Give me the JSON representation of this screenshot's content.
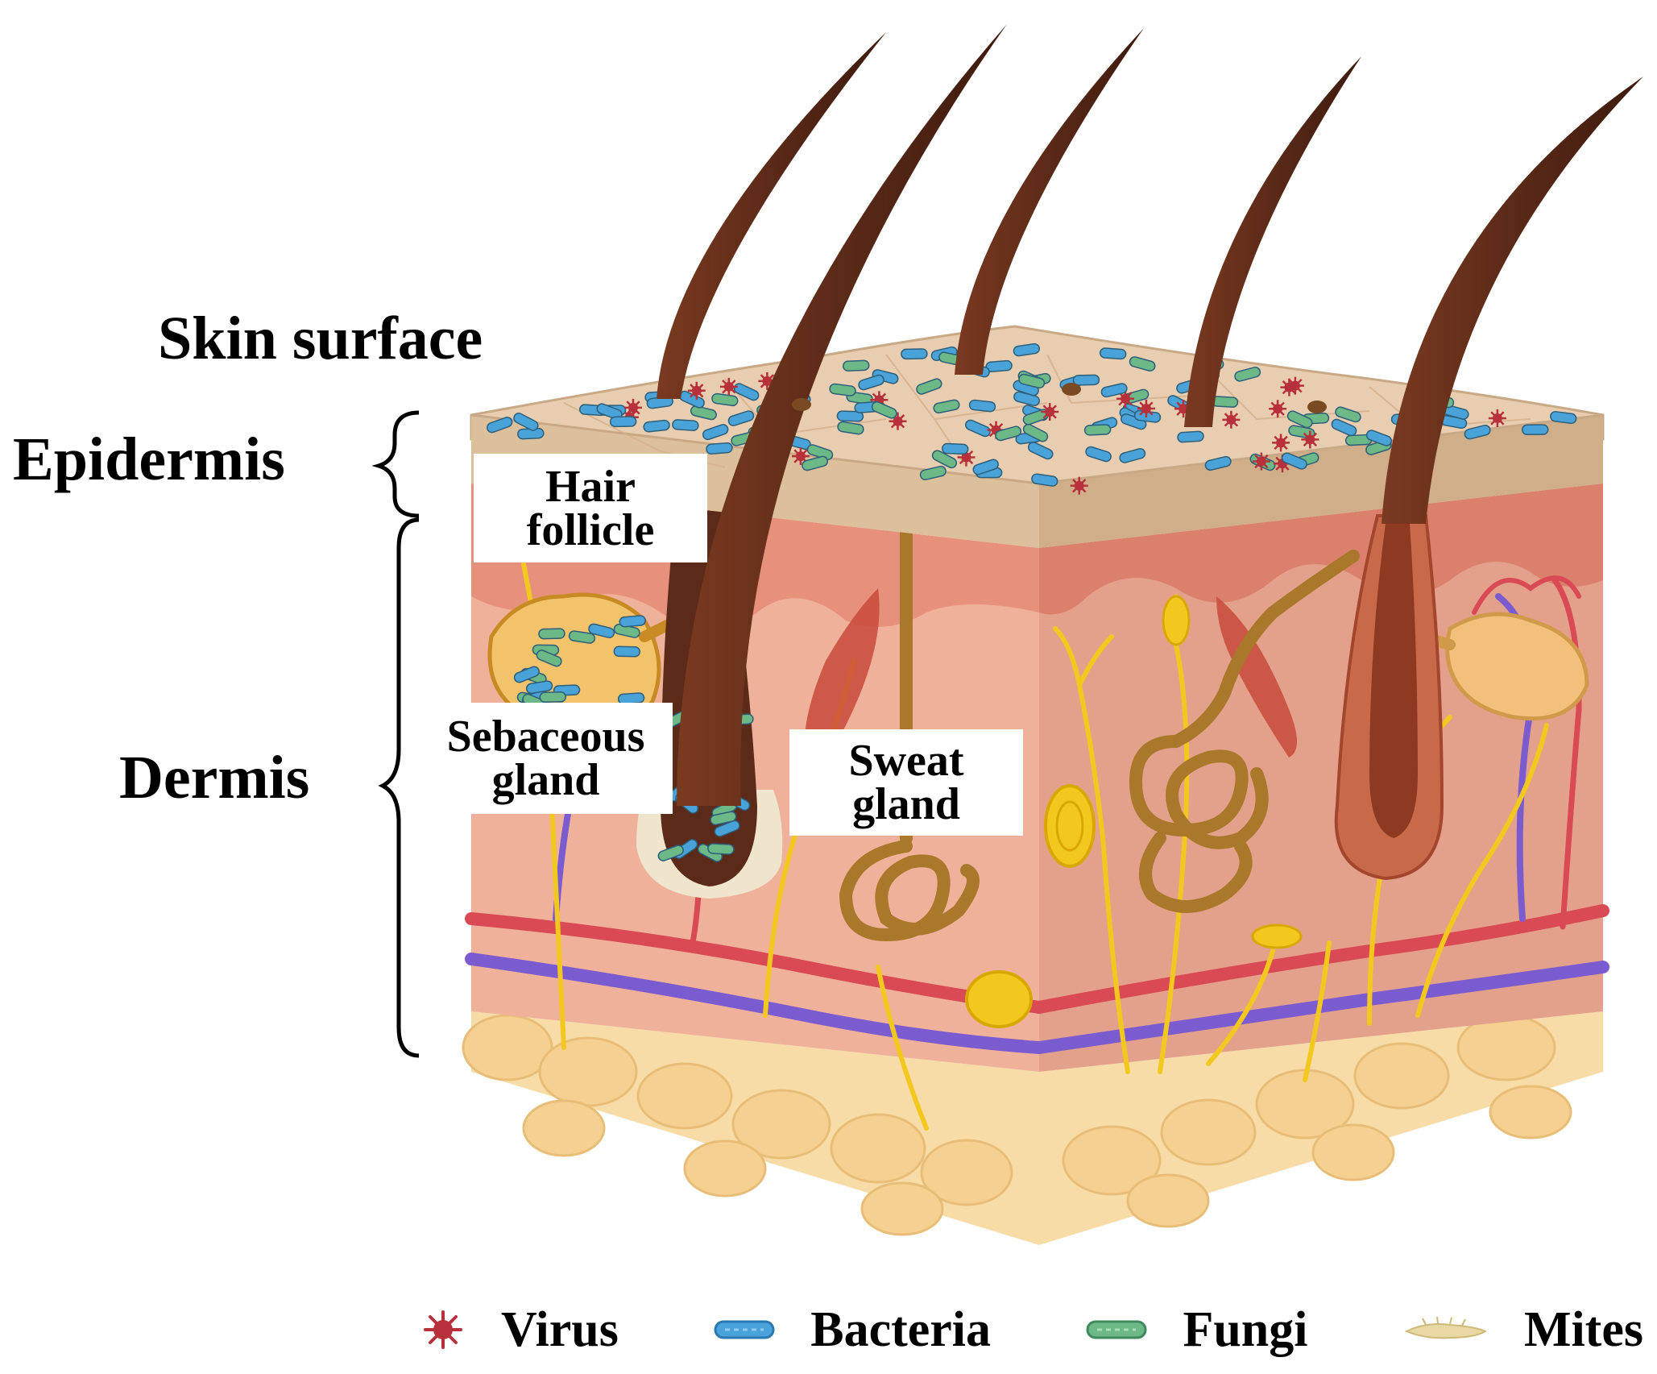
{
  "labels": {
    "skin_surface": "Skin surface",
    "epidermis": "Epidermis",
    "dermis": "Dermis"
  },
  "boxes": {
    "hair_follicle": [
      "Hair",
      "follicle"
    ],
    "sebaceous_gland": [
      "Sebaceous",
      "gland"
    ],
    "sweat_gland": [
      "Sweat",
      "gland"
    ]
  },
  "legend": [
    {
      "key": "virus",
      "label": "Virus",
      "color": "#b8313a"
    },
    {
      "key": "bacteria",
      "label": "Bacteria",
      "color": "#4aa3d8"
    },
    {
      "key": "fungi",
      "label": "Fungi",
      "color": "#6db887"
    },
    {
      "key": "mites",
      "label": "Mites",
      "color": "#e8d9a4"
    }
  ],
  "colors": {
    "hair": "#5b2a18",
    "epidermis_top": "#e8cdb0",
    "dermis": "#f0b19a",
    "dermis_right": "#e3a08a",
    "fat": "#f7dca8",
    "artery": "#d94a55",
    "vein": "#7a5bd0",
    "nerve": "#f3c81e",
    "gland": "#b88a33"
  }
}
